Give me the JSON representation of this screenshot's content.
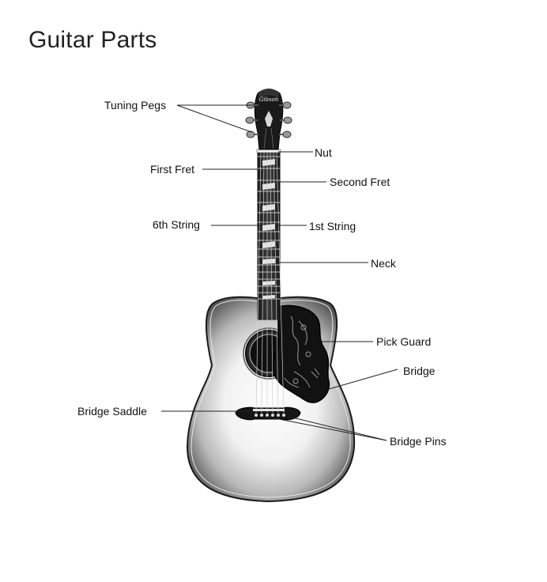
{
  "title": "Guitar Parts",
  "labels": {
    "tuning_pegs": "Tuning Pegs",
    "nut": "Nut",
    "first_fret": "First Fret",
    "second_fret": "Second Fret",
    "sixth_string": "6th String",
    "first_string": "1st String",
    "neck": "Neck",
    "pick_guard": "Pick Guard",
    "bridge": "Bridge",
    "bridge_saddle": "Bridge Saddle",
    "bridge_pins": "Bridge Pins"
  },
  "headstock_logo": "Gibson",
  "colors": {
    "label_text": "#111111",
    "leader_line": "#222222",
    "pickguard": "#111111",
    "fretboard": "#2a2a2a"
  }
}
